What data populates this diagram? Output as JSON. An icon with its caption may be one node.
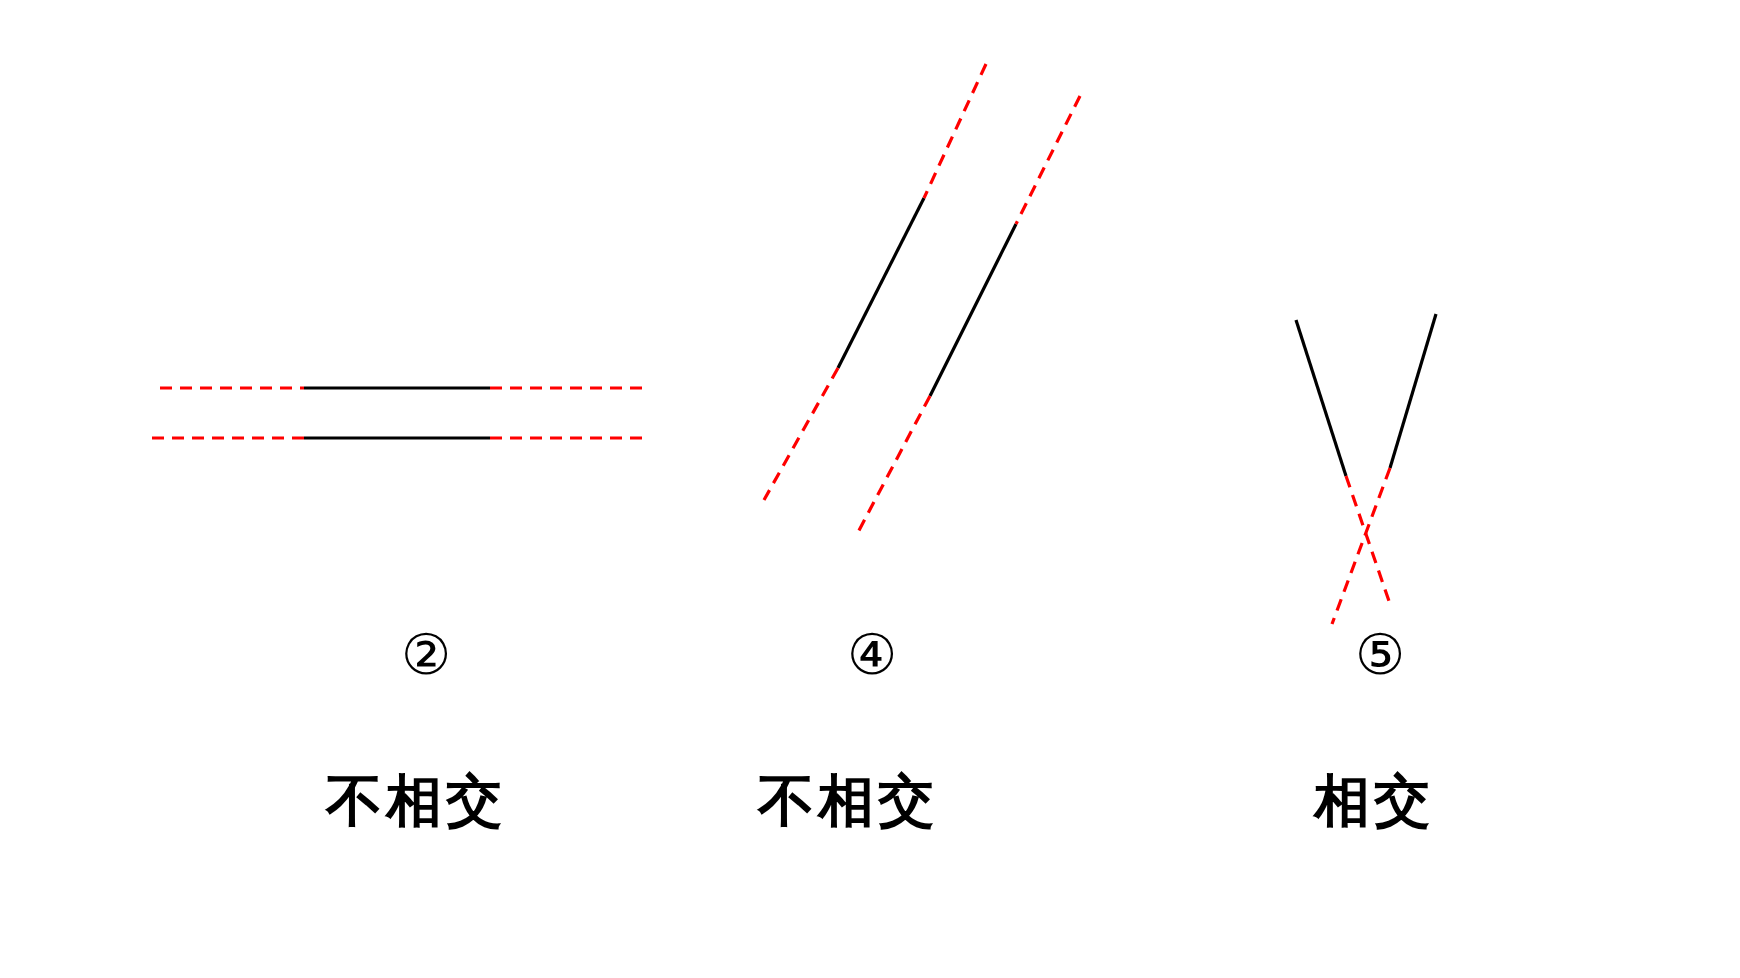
{
  "diagram": {
    "labels": [
      "②",
      "④",
      "⑤",
      "不相交",
      "不相交",
      "相交"
    ]
  }
}
